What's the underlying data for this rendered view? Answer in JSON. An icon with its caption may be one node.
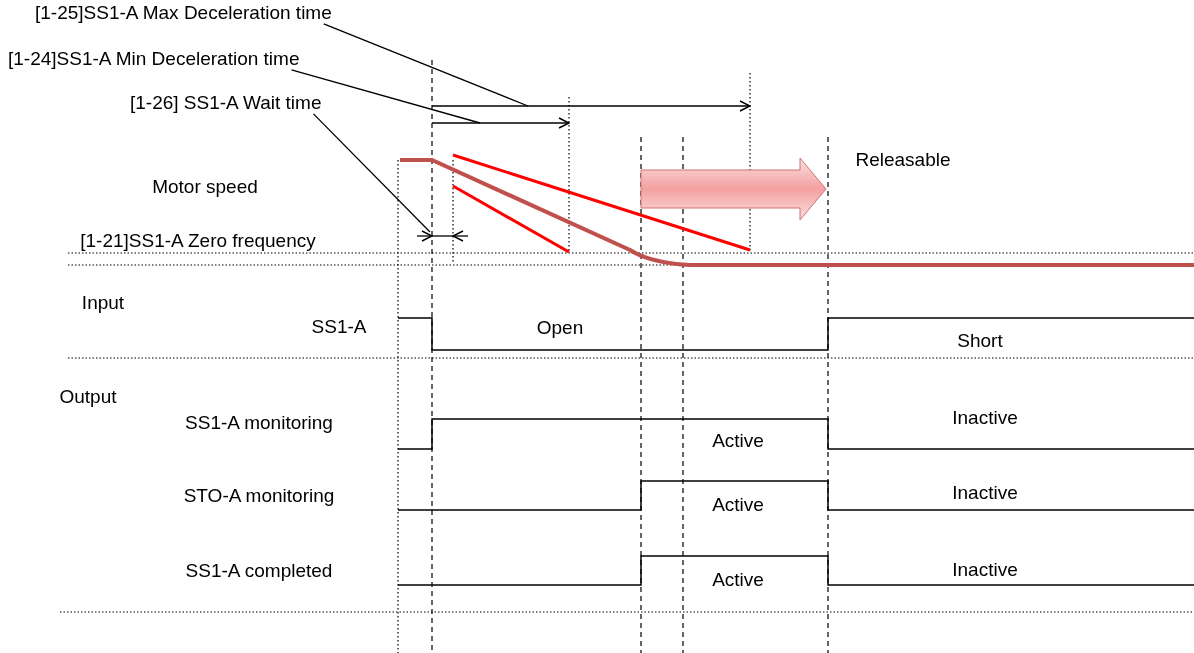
{
  "diagram": {
    "nodes": [
      {
        "text": [
          "[1-25]SS1-A Max Deceleration time"
        ]
      },
      {
        "text": [
          "[1-24]SS1-A Min Deceleration time"
        ]
      },
      {
        "text": [
          "[1-26] SS1-A Wait time"
        ]
      }
    ],
    "edges": [
      {
        "from": 0,
        "to": null,
        "arrow": "none"
      },
      {
        "from": 1,
        "to": null,
        "arrow": "none"
      },
      {
        "from": 2,
        "to": null,
        "arrow": "none"
      }
    ],
    "labels": [
      "Releasable",
      "Motor speed",
      "[1-21]SS1-A Zero frequency",
      "Input",
      "SS1-A",
      "Open",
      "Short",
      "Output",
      "SS1-A monitoring",
      "Active",
      "Inactive",
      "STO-A monitoring",
      "Active",
      "Inactive",
      "SS1-A completed",
      "Active",
      "Inactive"
    ]
  }
}
